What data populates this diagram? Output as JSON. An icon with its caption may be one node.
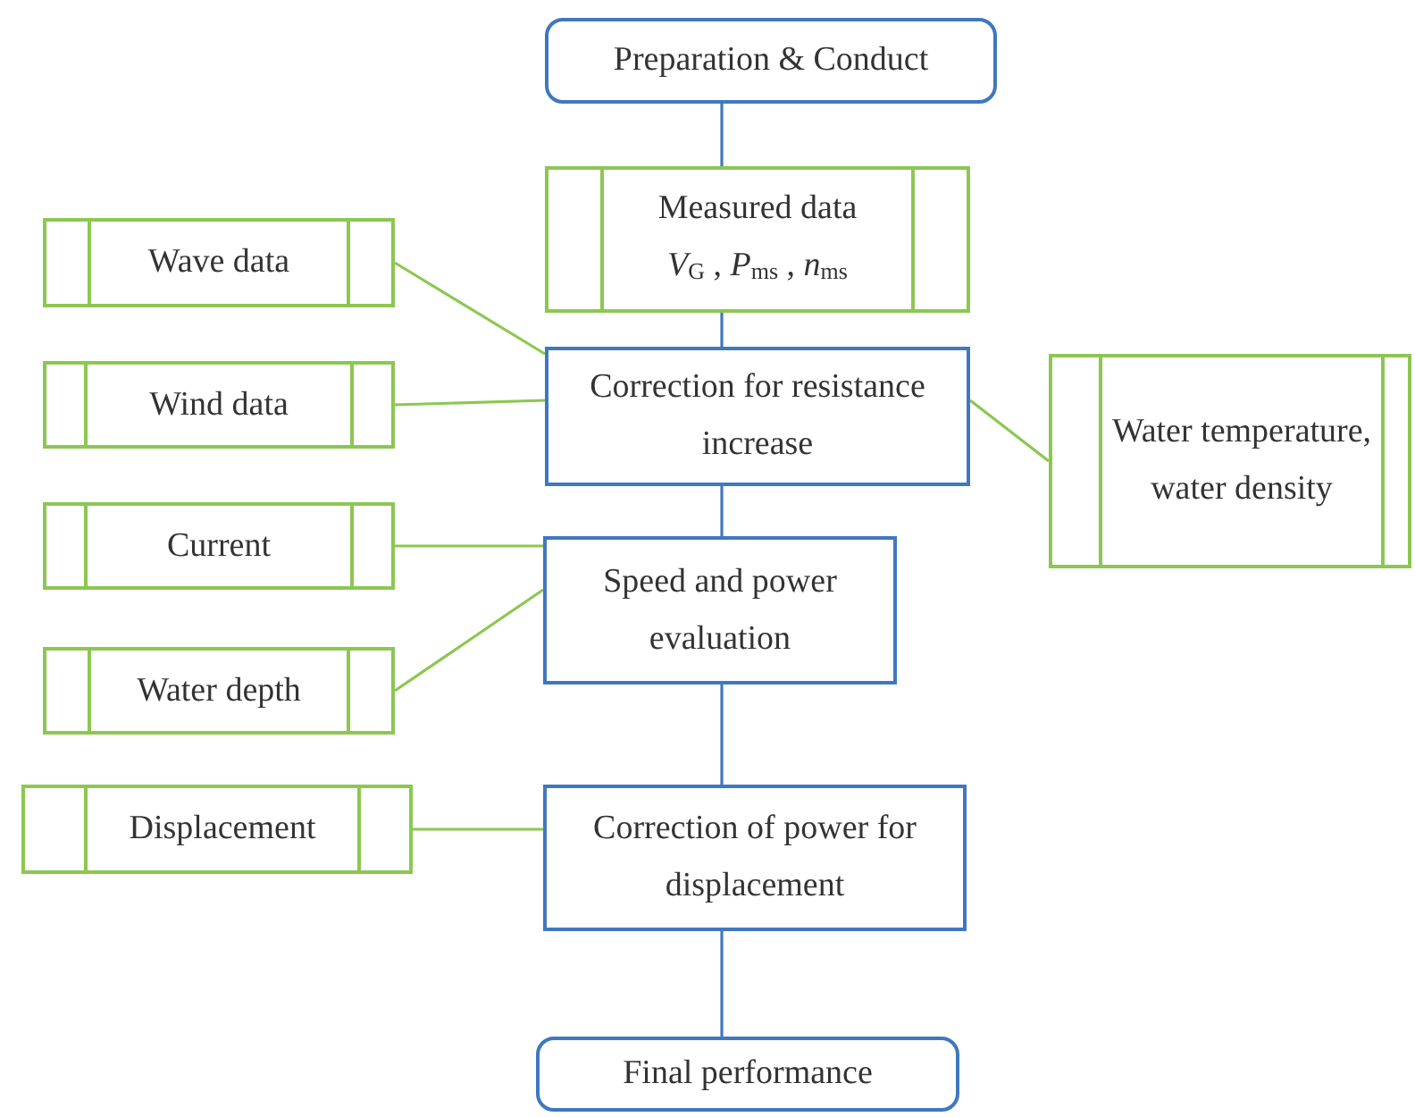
{
  "diagram": {
    "nodes": [
      {
        "text": [
          "Preparation & Conduct"
        ]
      },
      {
        "text": [
          "Measured data",
          "*V*$_{G}$ , *P*$_{ms}$ , *n*$_{ms}$"
        ]
      },
      {
        "text": [
          "Wave data"
        ]
      },
      {
        "text": [
          "Correction for resistance increase"
        ]
      },
      {
        "text": [
          "Water temperature, water density"
        ]
      },
      {
        "text": [
          "Wind data"
        ]
      },
      {
        "text": [
          "Current"
        ]
      },
      {
        "text": [
          "Speed and power evaluation"
        ]
      },
      {
        "text": [
          "Water depth"
        ]
      },
      {
        "text": [
          "Displacement"
        ]
      },
      {
        "text": [
          "Correction of power for displacement"
        ]
      },
      {
        "text": [
          "Final performance"
        ]
      }
    ],
    "edges": [
      {
        "from": 0,
        "to": 1,
        "arrow": "none",
        "color": "#3f78bf"
      },
      {
        "from": 1,
        "to": 3,
        "arrow": "none",
        "color": "#3f78bf"
      },
      {
        "from": 2,
        "to": 3,
        "arrow": "none"
      },
      {
        "from": 5,
        "to": 3,
        "arrow": "none"
      },
      {
        "from": 4,
        "to": 3,
        "arrow": "none"
      },
      {
        "from": 3,
        "to": 7,
        "arrow": "none",
        "color": "#3f78bf"
      },
      {
        "from": 6,
        "to": 7,
        "arrow": "none"
      },
      {
        "from": 8,
        "to": 7,
        "arrow": "none"
      },
      {
        "from": 7,
        "to": 10,
        "arrow": "none",
        "color": "#3f78bf"
      },
      {
        "from": 9,
        "to": 10,
        "arrow": "none"
      },
      {
        "from": 10,
        "to": 11,
        "arrow": "none",
        "color": "#3f78bf"
      }
    ]
  }
}
